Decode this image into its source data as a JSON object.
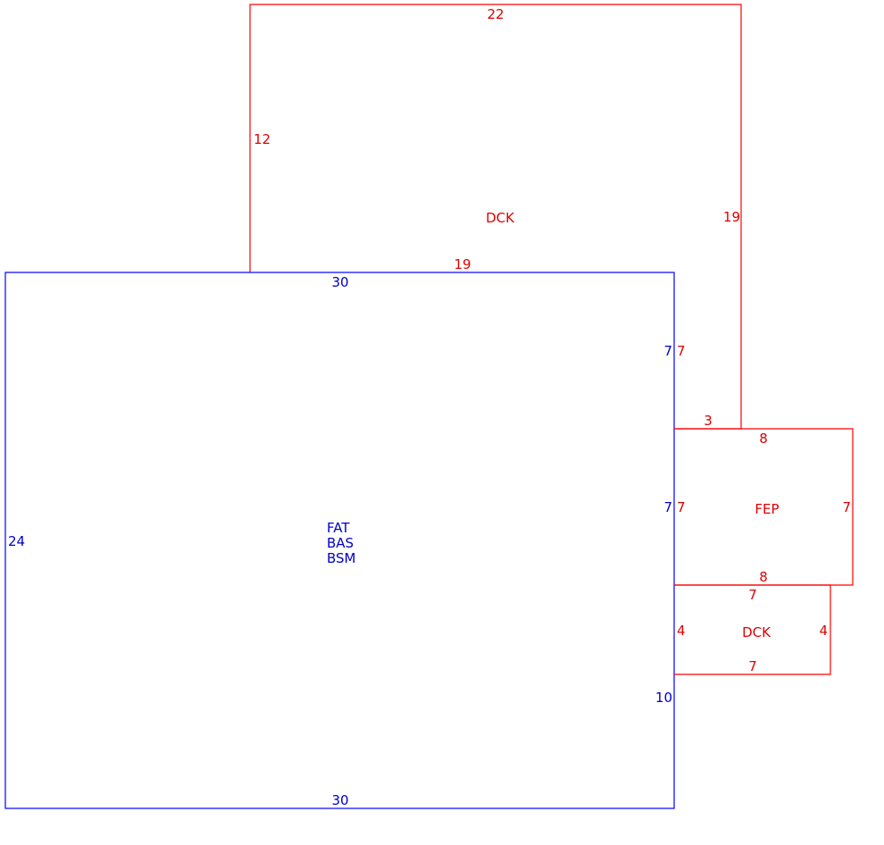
{
  "colors": {
    "main_area": "#0000ff",
    "additions": "#ff0000",
    "main_text": "#0000c8",
    "addition_text": "#e00000"
  },
  "main_area": {
    "labels": [
      "FAT",
      "BAS",
      "BSM"
    ],
    "dim_top": "30",
    "dim_bottom": "30",
    "dim_left": "24",
    "dim_right_upper": "7",
    "dim_right_middle": "7",
    "dim_right_lower": "10"
  },
  "deck_large": {
    "label": "DCK",
    "dim_top": "22",
    "dim_left": "12",
    "dim_right": "19",
    "dim_bottom": "19",
    "dim_inner_right": "7",
    "dim_step": "3"
  },
  "porch": {
    "label": "FEP",
    "dim_top": "8",
    "dim_bottom": "8",
    "dim_left": "7",
    "dim_right": "7"
  },
  "deck_small": {
    "label": "DCK",
    "dim_top": "7",
    "dim_bottom": "7",
    "dim_left": "4",
    "dim_right": "4"
  }
}
